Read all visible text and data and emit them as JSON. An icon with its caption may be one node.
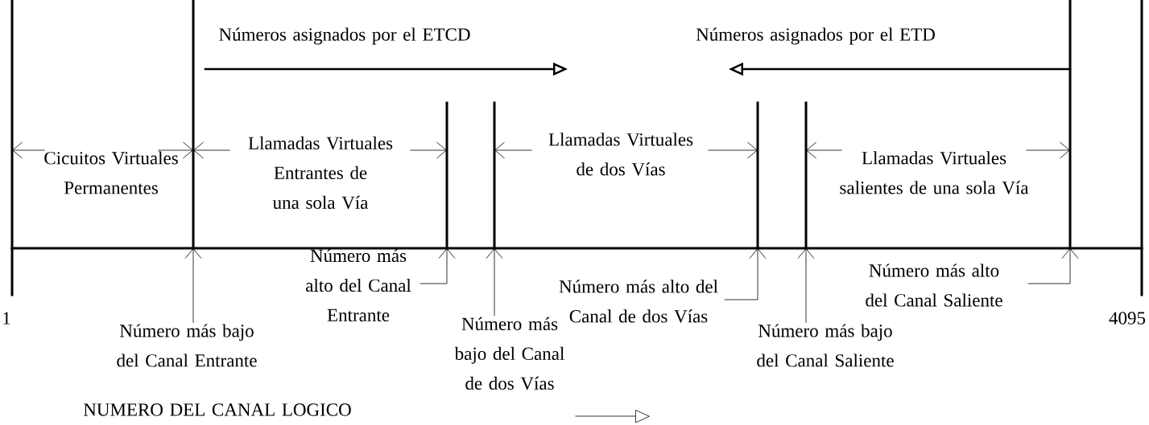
{
  "diagram": {
    "nodes": [
      {
        "text": [
          "Número más bajo del Canal Entrante"
        ]
      },
      {
        "text": [
          "Número más alto del Canal Entrante"
        ]
      },
      {
        "text": [
          "Número más bajo del Canal de dos Vías"
        ]
      },
      {
        "text": [
          "Número más alto del Canal de dos Vías"
        ]
      },
      {
        "text": [
          "Número más bajo del Canal Saliente"
        ]
      },
      {
        "text": [
          "Número más alto del Canal Saliente"
        ]
      }
    ],
    "edges": [
      {
        "from": 0,
        "to": null,
        "arrow": "to"
      },
      {
        "from": 1,
        "to": null,
        "arrow": "to"
      },
      {
        "from": 2,
        "to": null,
        "arrow": "to"
      },
      {
        "from": 3,
        "to": null,
        "arrow": "to"
      },
      {
        "from": 4,
        "to": null,
        "arrow": "to"
      },
      {
        "from": 5,
        "to": null,
        "arrow": "to"
      }
    ],
    "labels": [
      "Números asignados por el ETCD",
      "Números asignados por el ETD",
      "Cicuitos Virtuales Permanentes",
      "Llamadas Virtuales Entrantes de una sola Vía",
      "Llamadas Virtuales de dos Vías",
      "Llamadas Virtuales salientes de una sola Vía",
      "1",
      "4095",
      "NUMERO DEL CANAL LOGICO"
    ]
  }
}
